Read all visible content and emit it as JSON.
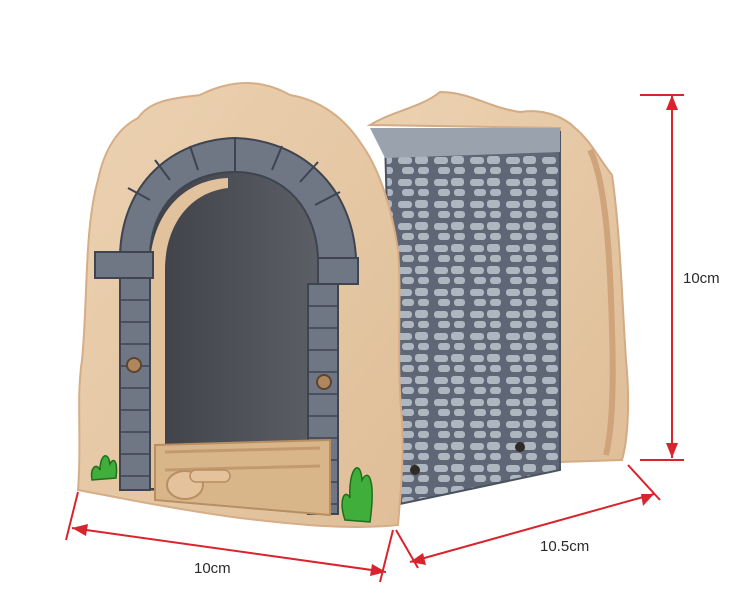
{
  "image": {
    "subject": "wooden toy train tunnel",
    "background_color": "#ffffff"
  },
  "dimensions": {
    "height_label": "10cm",
    "width_label": "10cm",
    "depth_label": "10.5cm",
    "arrow_color": "#d9232d"
  },
  "colors": {
    "wood": "#e6c8a6",
    "wood_edge": "#d7b08a",
    "stone_arch": "#6f7684",
    "stone_wall": "#5f6776",
    "stone_light": "#aeb6c0",
    "tunnel_dark": "#4b4d52",
    "bush_green": "#3fae3a"
  }
}
